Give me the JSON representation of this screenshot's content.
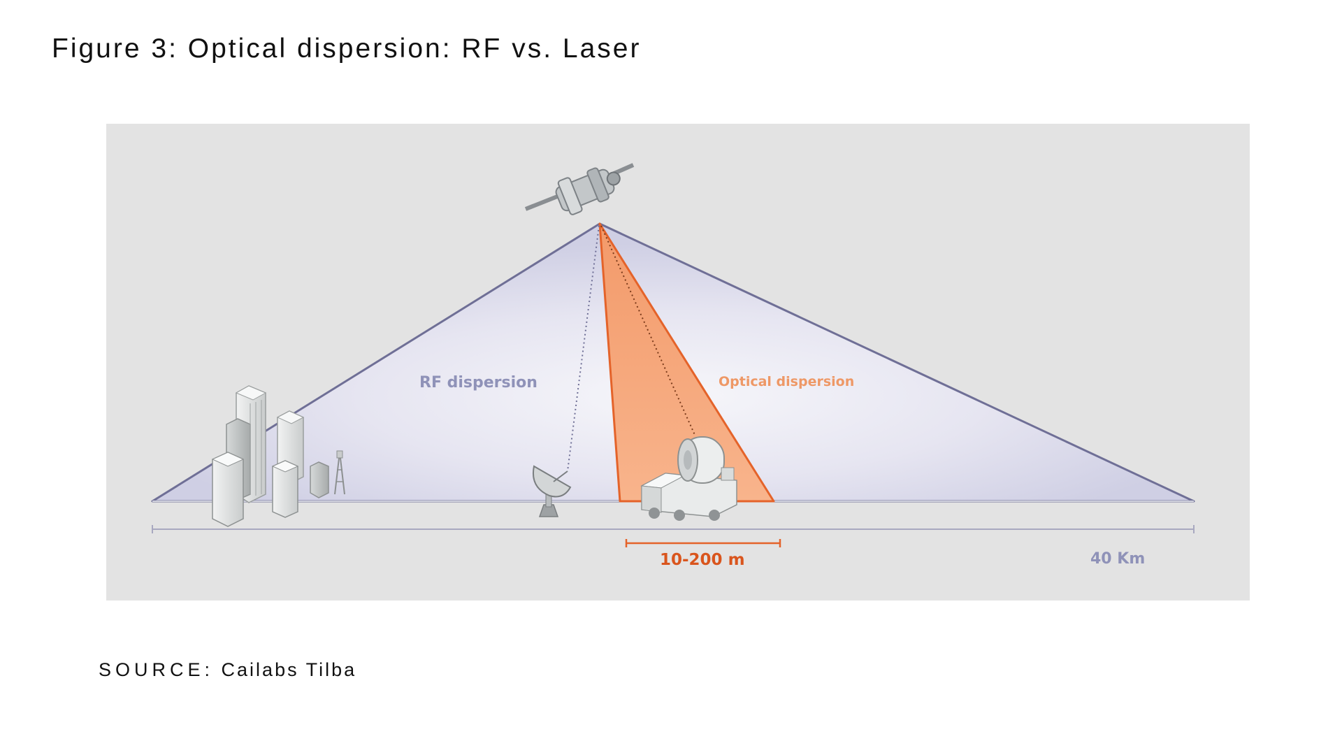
{
  "figure": {
    "title": "Figure 3: Optical dispersion: RF vs. Laser"
  },
  "diagram": {
    "rf_label": "RF dispersion",
    "optical_label": "Optical dispersion",
    "optical_span_label": "10-200 m",
    "rf_span_label": "40 Km",
    "colors": {
      "background": "#e3e3e3",
      "rf_cone_fill": "#d8d7ea",
      "rf_cone_edge": "#6f6f96",
      "rf_label": "#8f92b8",
      "optical_cone_fill": "#f7a97c",
      "optical_cone_edge": "#e4632a",
      "optical_label": "#ee9866",
      "optical_span_label": "#d9551d",
      "scale_line": "#a8a8c0"
    },
    "objects": {
      "satellite": "satellite-icon",
      "buildings": "city-buildings-icon",
      "antenna_tower": "antenna-tower-icon",
      "dish": "satellite-dish-icon",
      "optical_station": "optical-ground-station-truck-icon"
    }
  },
  "source": {
    "label": "SOURCE:",
    "text": "Cailabs Tilba"
  }
}
